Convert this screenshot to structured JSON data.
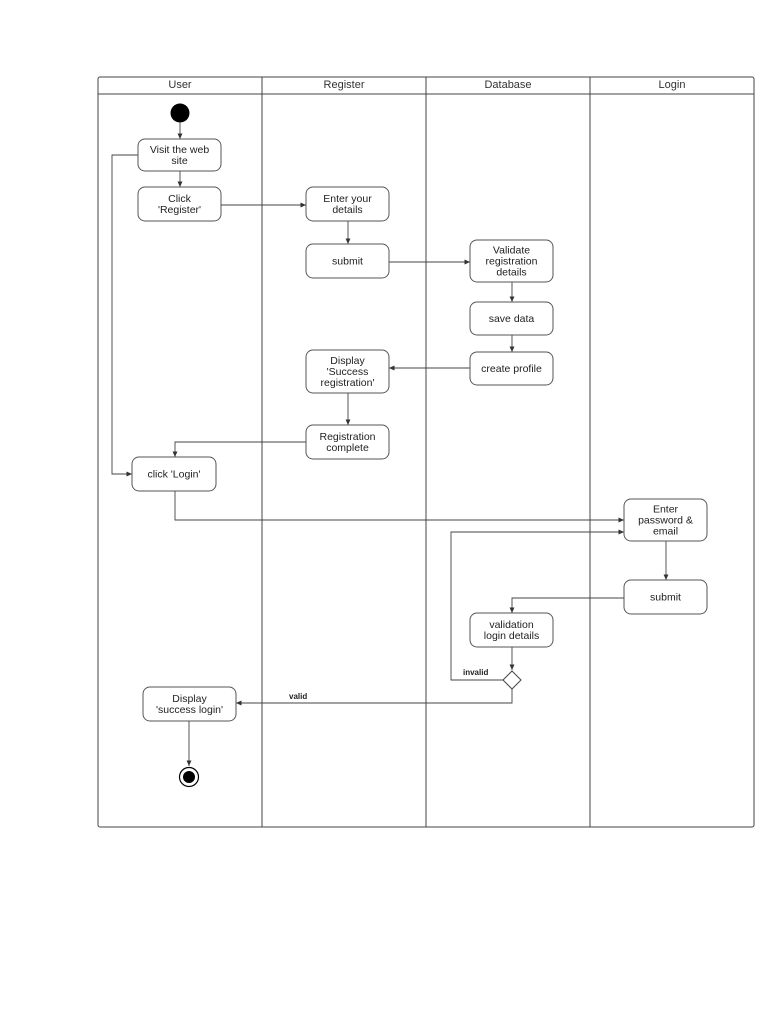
{
  "lanes": [
    "User",
    "Register",
    "Database",
    "Login"
  ],
  "nodes": {
    "visit": [
      "Visit the web",
      "site"
    ],
    "click_register": [
      "Click",
      "'Register'"
    ],
    "enter_details": [
      "Enter your",
      "details"
    ],
    "submit_register": [
      "submit"
    ],
    "validate_registration": [
      "Validate",
      "registration",
      "details"
    ],
    "save_data": [
      "save data"
    ],
    "create_profile": [
      "create profile"
    ],
    "display_success_registration": [
      "Display",
      "'Success",
      "registration'"
    ],
    "registration_complete": [
      "Registration",
      "complete"
    ],
    "click_login": [
      "click 'Login'"
    ],
    "enter_password": [
      "Enter",
      "password &",
      "email"
    ],
    "submit_login": [
      "submit"
    ],
    "validation_login": [
      "validation",
      "login details"
    ],
    "display_success_login": [
      "Display",
      "'success login'"
    ]
  },
  "guards": {
    "invalid": "invalid",
    "valid": "valid"
  }
}
